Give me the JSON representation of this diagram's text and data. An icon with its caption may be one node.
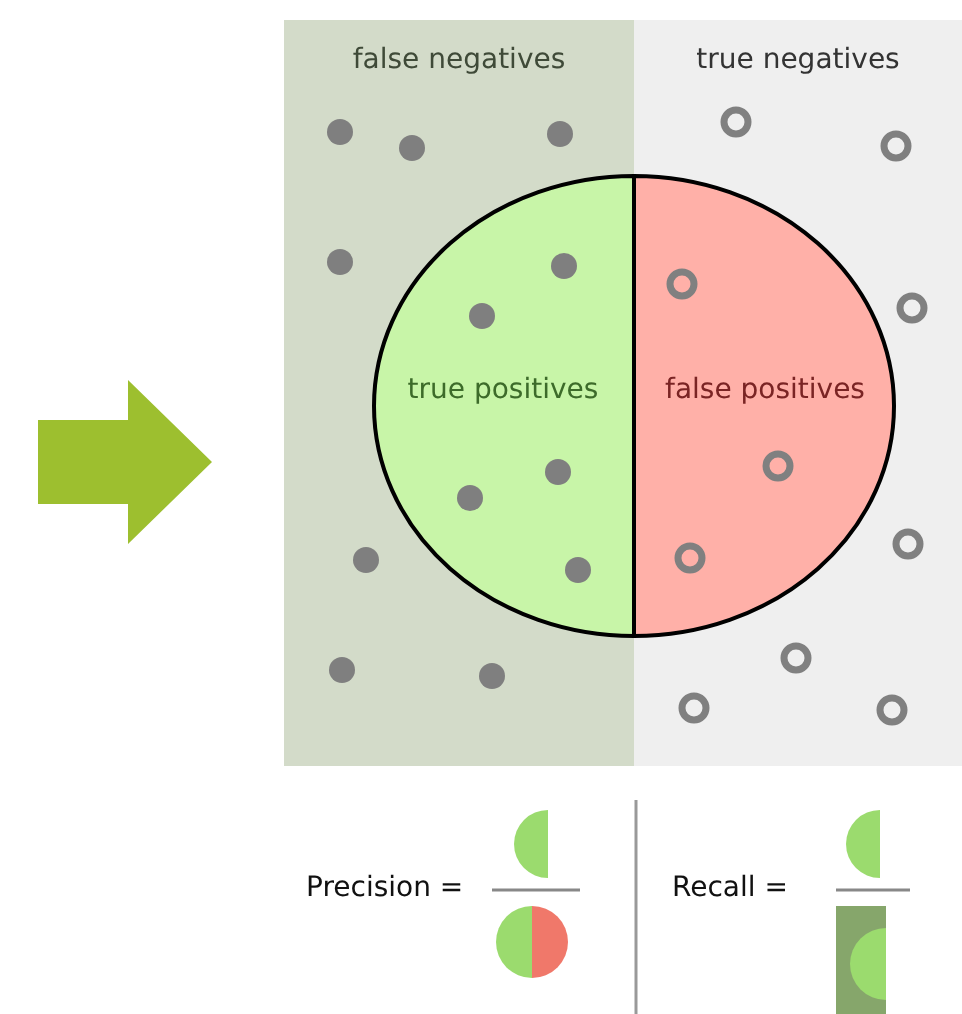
{
  "diagram": {
    "nodes": [
      {
        "text": [
          "false negatives"
        ]
      },
      {
        "text": [
          "true negatives"
        ]
      },
      {
        "text": [
          "true positives"
        ],
        "in": 0
      },
      {
        "text": [
          "false positives"
        ],
        "in": 1
      }
    ],
    "labels": [
      "Precision =",
      "Recall ="
    ]
  }
}
